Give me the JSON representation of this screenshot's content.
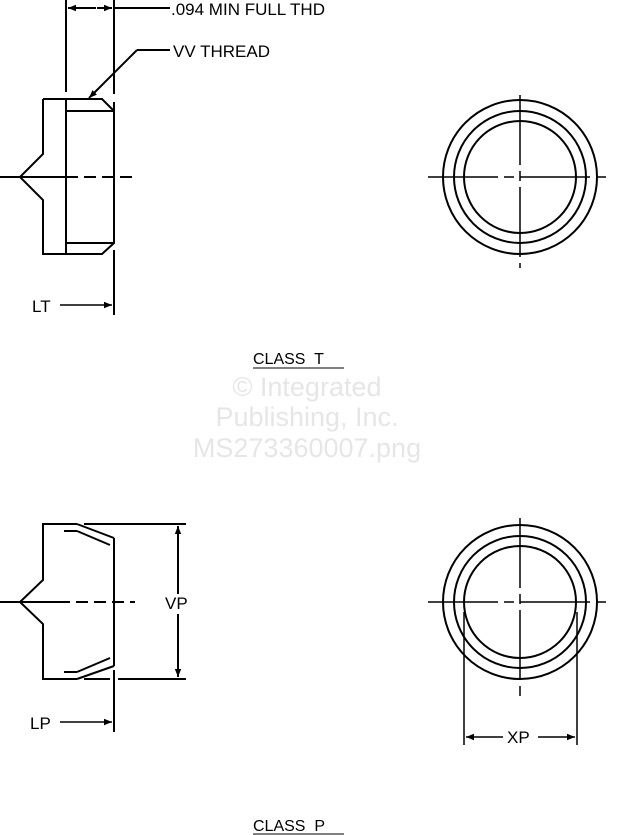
{
  "labels": {
    "min_full_thd": ".094 MIN FULL THD",
    "vv_thread": "VV THREAD",
    "lt": "LT",
    "class_t": "CLASS  T",
    "vp": "VP",
    "lp": "LP",
    "xp": "XP",
    "class_p": "CLASS  P"
  },
  "watermark": [
    "© Integrated",
    "Publishing, Inc.",
    "MS273360007.png"
  ],
  "colors": {
    "line": "#000000",
    "watermark": "#e6e6e6"
  }
}
